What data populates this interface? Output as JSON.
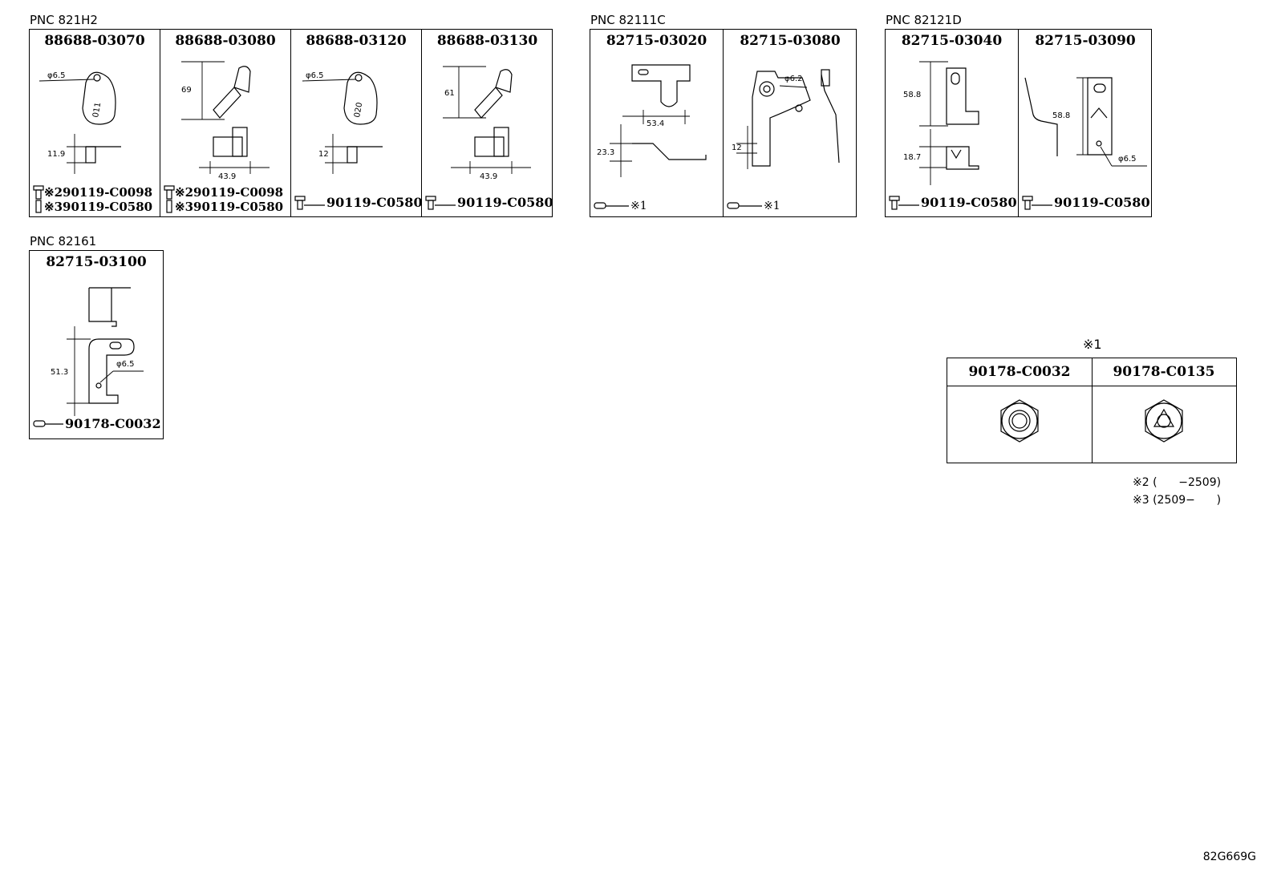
{
  "groups": [
    {
      "pnc": "PNC 821H2",
      "cells": [
        {
          "part": "88688-03070",
          "dims": [
            "φ6.5",
            "11.9"
          ],
          "fasteners": [
            "※290119-C0098",
            "※390119-C0580"
          ]
        },
        {
          "part": "88688-03080",
          "dims": [
            "69",
            "43.9"
          ],
          "fasteners": [
            "※290119-C0098",
            "※390119-C0580"
          ]
        },
        {
          "part": "88688-03120",
          "dims": [
            "φ6.5",
            "12"
          ],
          "fasteners": [
            "90119-C0580"
          ]
        },
        {
          "part": "88688-03130",
          "dims": [
            "61",
            "43.9"
          ],
          "fasteners": [
            "90119-C0580"
          ]
        }
      ]
    },
    {
      "pnc": "PNC 82111C",
      "cells": [
        {
          "part": "82715-03020",
          "dims": [
            "53.4",
            "23.3"
          ],
          "fasteners": [
            "※1"
          ]
        },
        {
          "part": "82715-03080",
          "dims": [
            "φ6.2",
            "12"
          ],
          "fasteners": [
            "※1"
          ]
        }
      ]
    },
    {
      "pnc": "PNC 82121D",
      "cells": [
        {
          "part": "82715-03040",
          "dims": [
            "58.8",
            "18.7"
          ],
          "fasteners": [
            "90119-C0580"
          ]
        },
        {
          "part": "82715-03090",
          "dims": [
            "58.8",
            "φ6.5"
          ],
          "fasteners": [
            "90119-C0580"
          ]
        }
      ]
    },
    {
      "pnc": "PNC 82161",
      "cells": [
        {
          "part": "82715-03100",
          "dims": [
            "51.3",
            "φ6.5"
          ],
          "fasteners": [
            "90178-C0032"
          ]
        }
      ]
    }
  ],
  "key_table": {
    "title": "※1",
    "headers": [
      "90178-C0032",
      "90178-C0135"
    ]
  },
  "notes": [
    "※2 (      −2509)",
    "※3 (2509−      )"
  ],
  "diagram_code": "82G669G"
}
